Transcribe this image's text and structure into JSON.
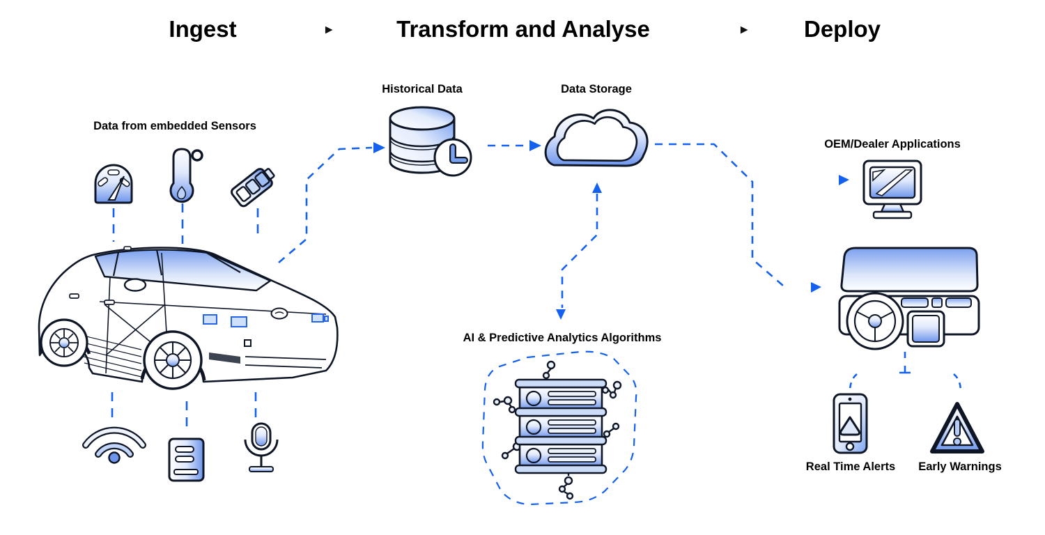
{
  "colors": {
    "accent": "#1460ef",
    "outline": "#0e1626",
    "fill_blue": "#6d95ec",
    "background": "#ffffff",
    "text": "#000000"
  },
  "header": {
    "separator_glyph": "▸",
    "stages": [
      {
        "label": "Ingest"
      },
      {
        "label": "Transform and Analyse"
      },
      {
        "label": "Deploy"
      }
    ]
  },
  "nodes": {
    "sensors": {
      "label": "Data from embedded Sensors",
      "icons": [
        "speedometer-icon",
        "thermometer-icon",
        "battery-icon"
      ]
    },
    "vehicle": {
      "icon": "car-illustration"
    },
    "telemetry": {
      "icons": [
        "wifi-icon",
        "document-icon",
        "microphone-icon"
      ]
    },
    "historical": {
      "label": "Historical Data",
      "icon": "database-clock-icon"
    },
    "storage": {
      "label": "Data Storage",
      "icon": "cloud-icon"
    },
    "ai": {
      "label": "AI & Predictive Analytics Algorithms",
      "icon": "server-stack-icon"
    },
    "oem": {
      "label": "OEM/Dealer Applications",
      "icon": "monitor-icon"
    },
    "dashboard": {
      "icon": "car-dashboard-icon"
    },
    "alerts": {
      "label": "Real Time Alerts",
      "icon": "smartphone-alert-icon"
    },
    "warnings": {
      "label": "Early Warnings",
      "icon": "warning-triangle-icon"
    }
  }
}
